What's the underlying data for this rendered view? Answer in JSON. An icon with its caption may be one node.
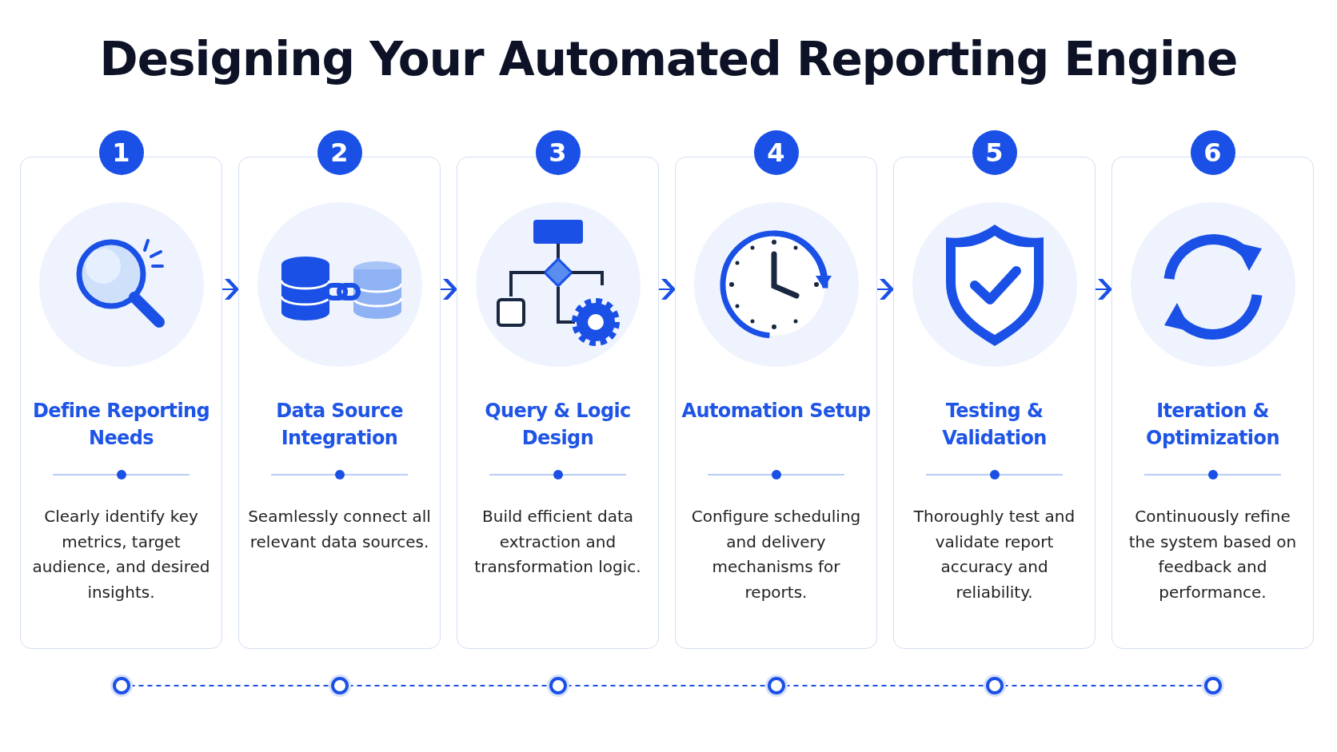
{
  "diagram": {
    "title": "Designing Your Automated Reporting Engine",
    "nodes": [
      {
        "text": [
          "1",
          "Define Reporting Needs",
          "Clearly identify key metrics, target audience, and desired insights."
        ]
      },
      {
        "text": [
          "2",
          "Data Source Integration",
          "Seamlessly connect all relevant data sources."
        ]
      },
      {
        "text": [
          "3",
          "Query & Logic Design",
          "Build efficient data extraction and transformation logic."
        ]
      },
      {
        "text": [
          "4",
          "Automation Setup",
          "Configure scheduling and delivery mechanisms for reports."
        ]
      },
      {
        "text": [
          "5",
          "Testing & Validation",
          "Thoroughly test and validate report accuracy and reliability."
        ]
      },
      {
        "text": [
          "6",
          "Iteration & Optimization",
          "Continuously refine the system based on feedback and performance."
        ]
      },
      {
        "text": [],
        "shape": "circle"
      },
      {
        "text": [],
        "shape": "circle"
      },
      {
        "text": [],
        "shape": "circle"
      },
      {
        "text": [],
        "shape": "circle"
      },
      {
        "text": [],
        "shape": "circle"
      },
      {
        "text": [],
        "shape": "circle"
      }
    ],
    "edges": [
      {
        "from": 0,
        "to": 1,
        "arrow": "to"
      },
      {
        "from": 1,
        "to": 2,
        "arrow": "to"
      },
      {
        "from": 2,
        "to": 3,
        "arrow": "to"
      },
      {
        "from": 3,
        "to": 4,
        "arrow": "to"
      },
      {
        "from": 4,
        "to": 5,
        "arrow": "to"
      },
      {
        "from": 6,
        "to": 7,
        "arrow": "none",
        "style": "dashed"
      },
      {
        "from": 7,
        "to": 8,
        "arrow": "none",
        "style": "dashed"
      },
      {
        "from": 8,
        "to": 9,
        "arrow": "none",
        "style": "dashed"
      },
      {
        "from": 9,
        "to": 10,
        "arrow": "none",
        "style": "dashed"
      },
      {
        "from": 10,
        "to": 11,
        "arrow": "none",
        "style": "dashed"
      }
    ]
  }
}
